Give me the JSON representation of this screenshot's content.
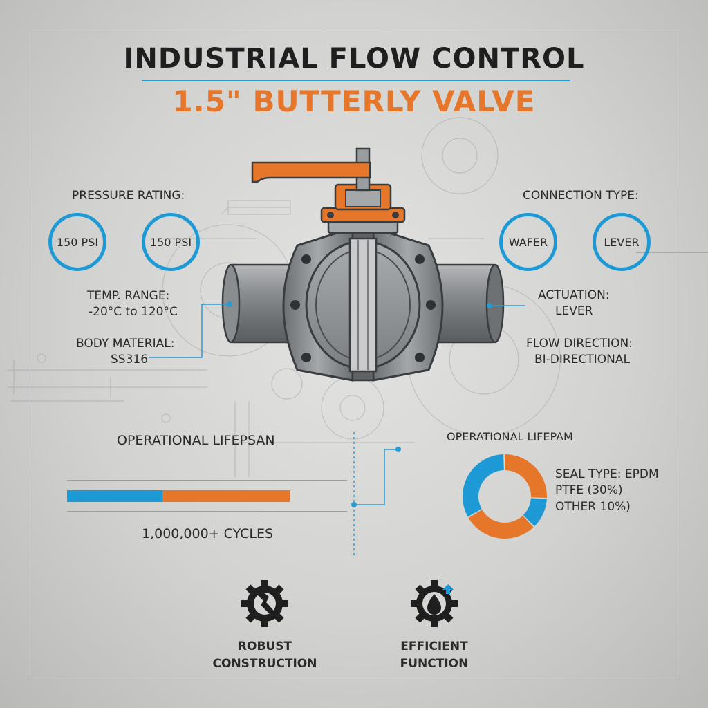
{
  "title": {
    "line1": "INDUSTRIAL FLOW CONTROL",
    "line2": "1.5\" BUTTERLY VALVE"
  },
  "specs": {
    "pressure_label": "PRESSURE RATING:",
    "pressure_values": [
      "150 PSI",
      "150 PSI"
    ],
    "connection_label": "CONNECTION TYPE:",
    "connection_values": [
      "WAFER",
      "LEVER"
    ],
    "temp_label": "TEMP. RANGE:",
    "temp_value": "-20°C to 120°C",
    "body_label": "BODY MATERIAL:",
    "body_value": "SS316",
    "actuation_label": "ACTUATION:",
    "actuation_value": "LEVER",
    "flow_label": "FLOW DIRECTION:",
    "flow_value": "BI-DIRECTIONAL"
  },
  "lifespan": {
    "label": "OPERATIONAL LIFEPSAN",
    "cycles": "1,000,000+ CYCLES",
    "bar_blue_fraction": 0.43,
    "bar_orange_fraction": 0.57
  },
  "seal": {
    "label": "OPERATIONAL LIFEPAM",
    "lines": [
      "SEAL TYPE: EPDM",
      "PTFE (30%)",
      "OTHER 10%)"
    ]
  },
  "chart_data": {
    "type": "pie",
    "donut": true,
    "segments": [
      {
        "color": "#e5762a",
        "fraction": 0.26
      },
      {
        "color": "#1d9ad6",
        "fraction": 0.12
      },
      {
        "color": "#e5762a",
        "fraction": 0.29
      },
      {
        "color": "#1d9ad6",
        "fraction": 0.33
      }
    ]
  },
  "features": [
    {
      "icon": "gear-wrench-icon",
      "line1": "ROBUST",
      "line2": "CONSTRUCTION"
    },
    {
      "icon": "gear-droplet-icon",
      "line1": "EFFICIENT",
      "line2": "FUNCTION"
    }
  ],
  "colors": {
    "accent_orange": "#e5762a",
    "accent_blue": "#1d9ad6",
    "text_dark": "#1f1f1f"
  }
}
